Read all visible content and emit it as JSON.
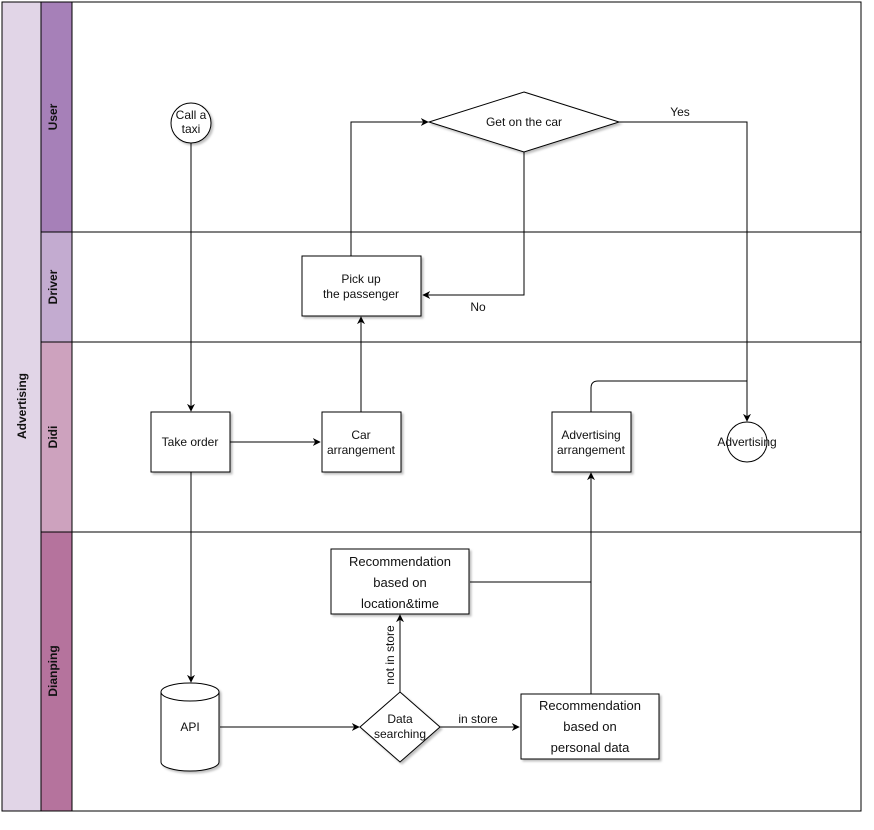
{
  "pool": {
    "label": "Advertising"
  },
  "lanes": {
    "user": "User",
    "driver": "Driver",
    "didi": "Didi",
    "dianping": "Dianping"
  },
  "nodes": {
    "call_taxi": [
      "Call a",
      "taxi"
    ],
    "get_on_car": "Get on the car",
    "pick_up": [
      "Pick up",
      "the passenger"
    ],
    "take_order": "Take order",
    "car_arrangement": [
      "Car",
      "arrangement"
    ],
    "ad_arrangement": [
      "Advertising",
      "arrangement"
    ],
    "advertising_end": "Advertising",
    "rec_location": [
      "Recommendation",
      "based on",
      "location&time"
    ],
    "api": "API",
    "data_searching": [
      "Data",
      "searching"
    ],
    "rec_personal": [
      "Recommendation",
      "based on",
      "personal data"
    ]
  },
  "edges": {
    "yes": "Yes",
    "no": "No",
    "not_in_store": "not in store",
    "in_store": "in store"
  },
  "colors": {
    "pool_bg": "#e1d5e7",
    "user_lane": "#a680b8",
    "driver_lane": "#c3abd0",
    "didi_lane": "#cda2be",
    "dianping_lane": "#b5739d",
    "stroke": "#000000"
  }
}
